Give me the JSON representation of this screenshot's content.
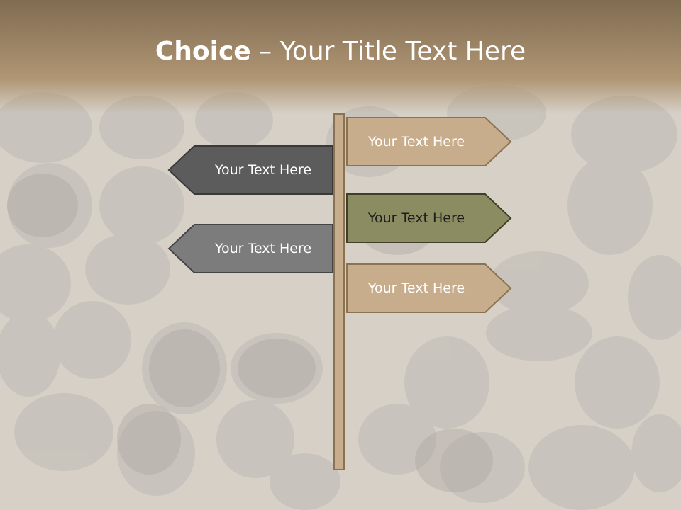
{
  "title": {
    "bold_part": "Choice",
    "rest": " – Your Title Text Here"
  },
  "colors": {
    "header": "#8a7354",
    "post": "#c8ad8c",
    "sign_tan": "#c8ad8c",
    "sign_olive": "#8c8c62",
    "sign_dark": "#5c5c5c",
    "sign_gray": "#7c7c7c",
    "text_light": "#ffffff",
    "text_dark": "#1c1c1c"
  },
  "signs": {
    "right_top": {
      "label": "Your Text Here"
    },
    "left_top": {
      "label": "Your Text Here"
    },
    "right_middle": {
      "label": "Your Text Here"
    },
    "left_bottom": {
      "label": "Your Text Here"
    },
    "right_bottom": {
      "label": "Your Text Here"
    }
  }
}
